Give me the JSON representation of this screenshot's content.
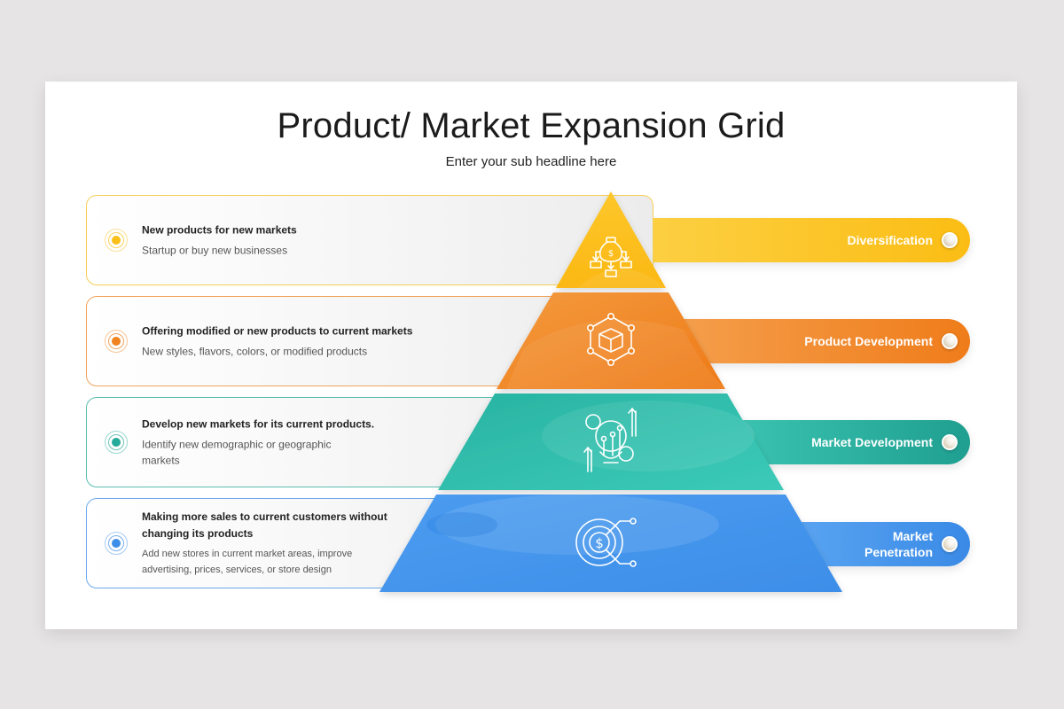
{
  "slide": {
    "title": "Product/ Market Expansion Grid",
    "subtitle": "Enter your sub headline here"
  },
  "colors": {
    "page_bg": "#e6e4e5",
    "slide_bg": "#ffffff",
    "yellow": "#fbbf1a",
    "orange": "#f0821f",
    "teal": "#26ab9b",
    "blue": "#3d8ee8"
  },
  "tiers": [
    {
      "strategy": "Diversification",
      "heading": "New products for new markets",
      "description": "Startup or buy new businesses",
      "icon": "money-bag-distribution-icon",
      "color": "#fbbf1a"
    },
    {
      "strategy": "Product Development",
      "heading": "Offering modified or new products to current markets",
      "description": "New styles, flavors, colors, or modified products",
      "icon": "product-box-network-icon",
      "color": "#f0821f"
    },
    {
      "strategy": "Market Development",
      "heading": "Develop new markets for its current products.",
      "description": "Identify new demographic or geographic markets",
      "icon": "growth-idea-gears-icon",
      "color": "#26ab9b"
    },
    {
      "strategy_line1": "Market",
      "strategy_line2": "Penetration",
      "heading": "Making more sales to current customers without changing its products",
      "description": "Add new stores in current market areas, improve advertising, prices, services, or store design",
      "icon": "dollar-target-icon",
      "color": "#3d8ee8"
    }
  ]
}
